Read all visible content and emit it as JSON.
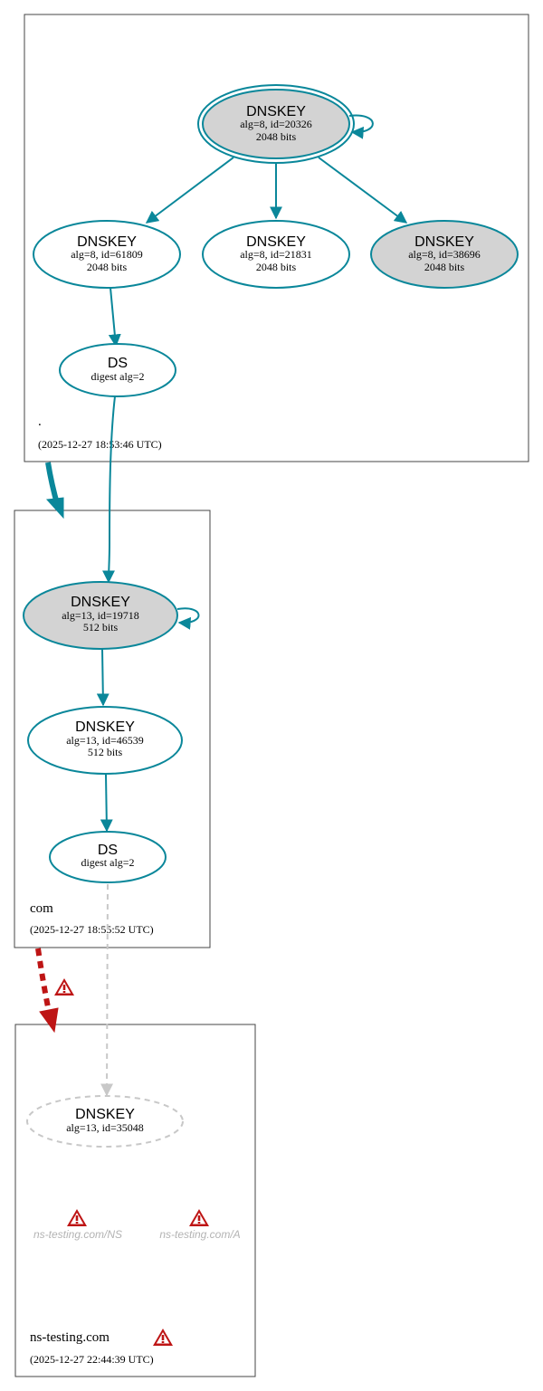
{
  "zones": {
    "root": {
      "label": ".",
      "timestamp": "(2025-12-27 18:53:46 UTC)"
    },
    "com": {
      "label": "com",
      "timestamp": "(2025-12-27 18:55:52 UTC)"
    },
    "ns_testing": {
      "label": "ns-testing.com",
      "timestamp": "(2025-12-27 22:44:39 UTC)"
    }
  },
  "nodes": {
    "root_ksk": {
      "title": "DNSKEY",
      "line1": "alg=8, id=20326",
      "line2": "2048 bits"
    },
    "root_zsk1": {
      "title": "DNSKEY",
      "line1": "alg=8, id=61809",
      "line2": "2048 bits"
    },
    "root_zsk2": {
      "title": "DNSKEY",
      "line1": "alg=8, id=21831",
      "line2": "2048 bits"
    },
    "root_zsk3": {
      "title": "DNSKEY",
      "line1": "alg=8, id=38696",
      "line2": "2048 bits"
    },
    "root_ds": {
      "title": "DS",
      "line1": "digest alg=2"
    },
    "com_ksk": {
      "title": "DNSKEY",
      "line1": "alg=13, id=19718",
      "line2": "512 bits"
    },
    "com_zsk": {
      "title": "DNSKEY",
      "line1": "alg=13, id=46539",
      "line2": "512 bits"
    },
    "com_ds": {
      "title": "DS",
      "line1": "digest alg=2"
    },
    "ns_dnskey": {
      "title": "DNSKEY",
      "line1": "alg=13, id=35048"
    }
  },
  "records": {
    "ns": "ns-testing.com/NS",
    "a": "ns-testing.com/A"
  },
  "colors": {
    "secure": "#0a879a",
    "ksk_fill": "#d3d3d3",
    "insecure_dashed": "#c8c8c8",
    "error": "#be1515",
    "zone_border": "#444444"
  }
}
